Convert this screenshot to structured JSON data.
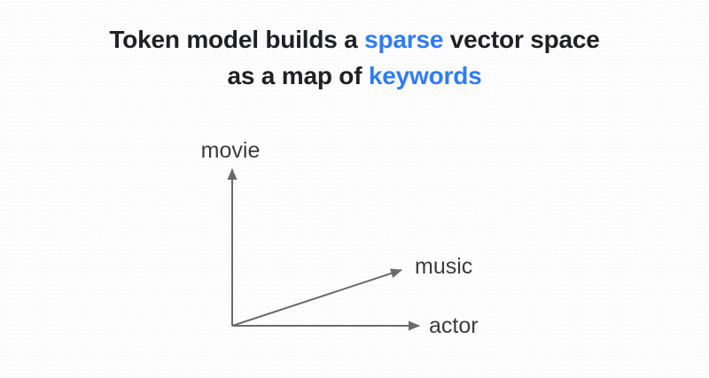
{
  "title": {
    "line1": [
      {
        "text": "Token model builds a "
      },
      {
        "text": "sparse",
        "highlight": true
      },
      {
        "text": " vector space"
      }
    ],
    "line2": [
      {
        "text": "as a map of "
      },
      {
        "text": "keywords",
        "highlight": true
      }
    ],
    "text_color": "#202124",
    "highlight_color": "#2e7cf6"
  },
  "diagram": {
    "axes": [
      {
        "id": "movie-axis",
        "label": "movie",
        "direction": "up"
      },
      {
        "id": "actor-axis",
        "label": "actor",
        "direction": "right"
      },
      {
        "id": "music-vector",
        "label": "music",
        "direction": "up-right"
      }
    ],
    "arrow_color": "#6b6b6b",
    "label_color": "#3c3c3c"
  }
}
